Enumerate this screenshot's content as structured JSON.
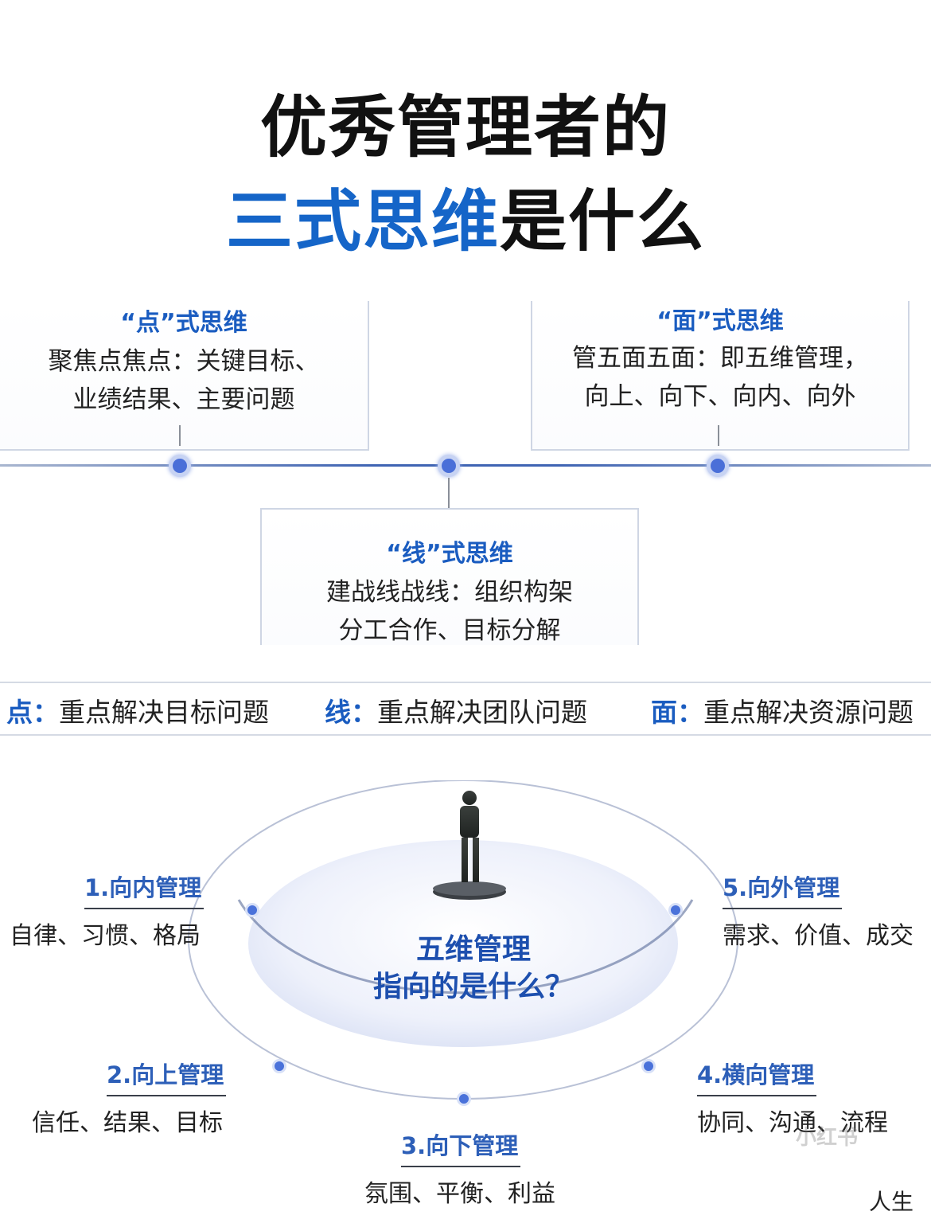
{
  "title": {
    "line1": "优秀管理者的",
    "line2_blue": "三式思维",
    "line2_dark": "是什么"
  },
  "boxes": {
    "point": {
      "heading": "“点”式思维",
      "line1": "聚焦点焦点：关键目标、",
      "line2": "业绩结果、主要问题"
    },
    "surface": {
      "heading": "“面”式思维",
      "line1": "管五面五面：即五维管理，",
      "line2": "向上、向下、向内、向外"
    },
    "line": {
      "heading": "“线”式思维",
      "line1": "建战线战线：组织构架",
      "line2": "分工合作、目标分解"
    }
  },
  "summary": [
    {
      "key": "点：",
      "text": "重点解决目标问题"
    },
    {
      "key": "线：",
      "text": "重点解决团队问题"
    },
    {
      "key": "面：",
      "text": "重点解决资源问题"
    }
  ],
  "center": {
    "line1": "五维管理",
    "line2": "指向的是什么？"
  },
  "management": [
    {
      "title": "1.向内管理",
      "desc": "自律、习惯、格局"
    },
    {
      "title": "2.向上管理",
      "desc": "信任、结果、目标"
    },
    {
      "title": "3.向下管理",
      "desc": "氛围、平衡、利益"
    },
    {
      "title": "4.横向管理",
      "desc": "协同、沟通、流程"
    },
    {
      "title": "5.向外管理",
      "desc": "需求、价值、成交"
    }
  ],
  "watermark": {
    "brand": "小红书",
    "text": "人生"
  },
  "colors": {
    "accent": "#1565c8",
    "heading_blue": "#1a5cc0",
    "line": "#3f64b3"
  }
}
